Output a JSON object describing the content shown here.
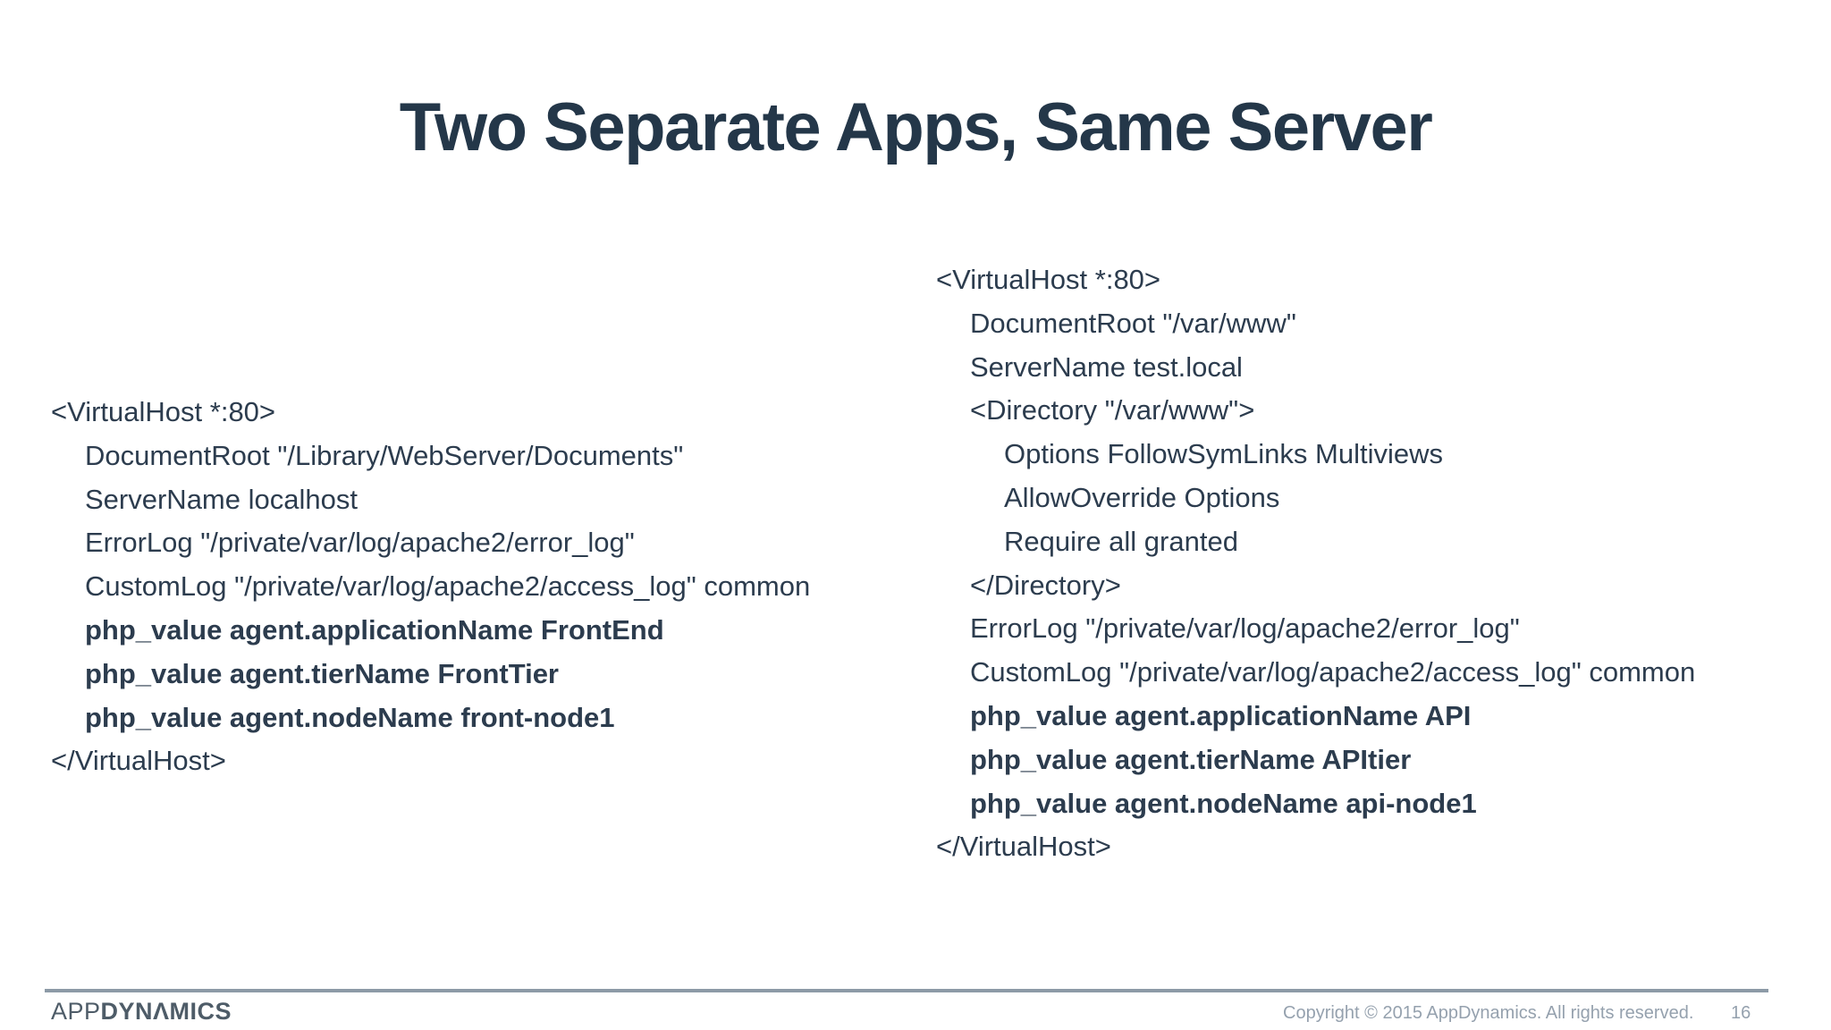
{
  "slide": {
    "title": "Two Separate Apps, Same Server"
  },
  "code_blocks": {
    "left": {
      "lines": [
        {
          "text": "<VirtualHost *:80>",
          "indent": 0,
          "bold": false
        },
        {
          "text": "DocumentRoot \"/Library/WebServer/Documents\"",
          "indent": 1,
          "bold": false
        },
        {
          "text": "ServerName localhost",
          "indent": 1,
          "bold": false
        },
        {
          "text": "ErrorLog \"/private/var/log/apache2/error_log\"",
          "indent": 1,
          "bold": false
        },
        {
          "text": "CustomLog \"/private/var/log/apache2/access_log\" common",
          "indent": 1,
          "bold": false
        },
        {
          "text": "php_value agent.applicationName FrontEnd",
          "indent": 1,
          "bold": true
        },
        {
          "text": "php_value agent.tierName FrontTier",
          "indent": 1,
          "bold": true
        },
        {
          "text": "php_value agent.nodeName front-node1",
          "indent": 1,
          "bold": true
        },
        {
          "text": "</VirtualHost>",
          "indent": 0,
          "bold": false
        }
      ]
    },
    "right": {
      "lines": [
        {
          "text": "<VirtualHost *:80>",
          "indent": 0,
          "bold": false
        },
        {
          "text": "DocumentRoot \"/var/www\"",
          "indent": 1,
          "bold": false
        },
        {
          "text": "ServerName test.local",
          "indent": 1,
          "bold": false
        },
        {
          "text": "<Directory \"/var/www\">",
          "indent": 1,
          "bold": false
        },
        {
          "text": "Options FollowSymLinks Multiviews",
          "indent": 2,
          "bold": false
        },
        {
          "text": "AllowOverride Options",
          "indent": 2,
          "bold": false
        },
        {
          "text": "Require all granted",
          "indent": 2,
          "bold": false
        },
        {
          "text": "</Directory>",
          "indent": 1,
          "bold": false
        },
        {
          "text": "ErrorLog \"/private/var/log/apache2/error_log\"",
          "indent": 1,
          "bold": false
        },
        {
          "text": "CustomLog \"/private/var/log/apache2/access_log\" common",
          "indent": 1,
          "bold": false
        },
        {
          "text": "php_value agent.applicationName API",
          "indent": 1,
          "bold": true
        },
        {
          "text": "php_value agent.tierName APItier",
          "indent": 1,
          "bold": true
        },
        {
          "text": "php_value agent.nodeName api-node1",
          "indent": 1,
          "bold": true
        },
        {
          "text": "</VirtualHost>",
          "indent": 0,
          "bold": false
        }
      ]
    }
  },
  "footer": {
    "logo_light": "APP",
    "logo_bold": "DYNΛMICS",
    "copyright": "Copyright © 2015 AppDynamics. All rights reserved.",
    "page_number": "16"
  },
  "colors": {
    "title_text": "#243749",
    "body_text": "#2c3c4e",
    "footer_rule": "#8d9aa7",
    "footer_text": "#95a1ae",
    "logo_text": "#4e5c68"
  }
}
